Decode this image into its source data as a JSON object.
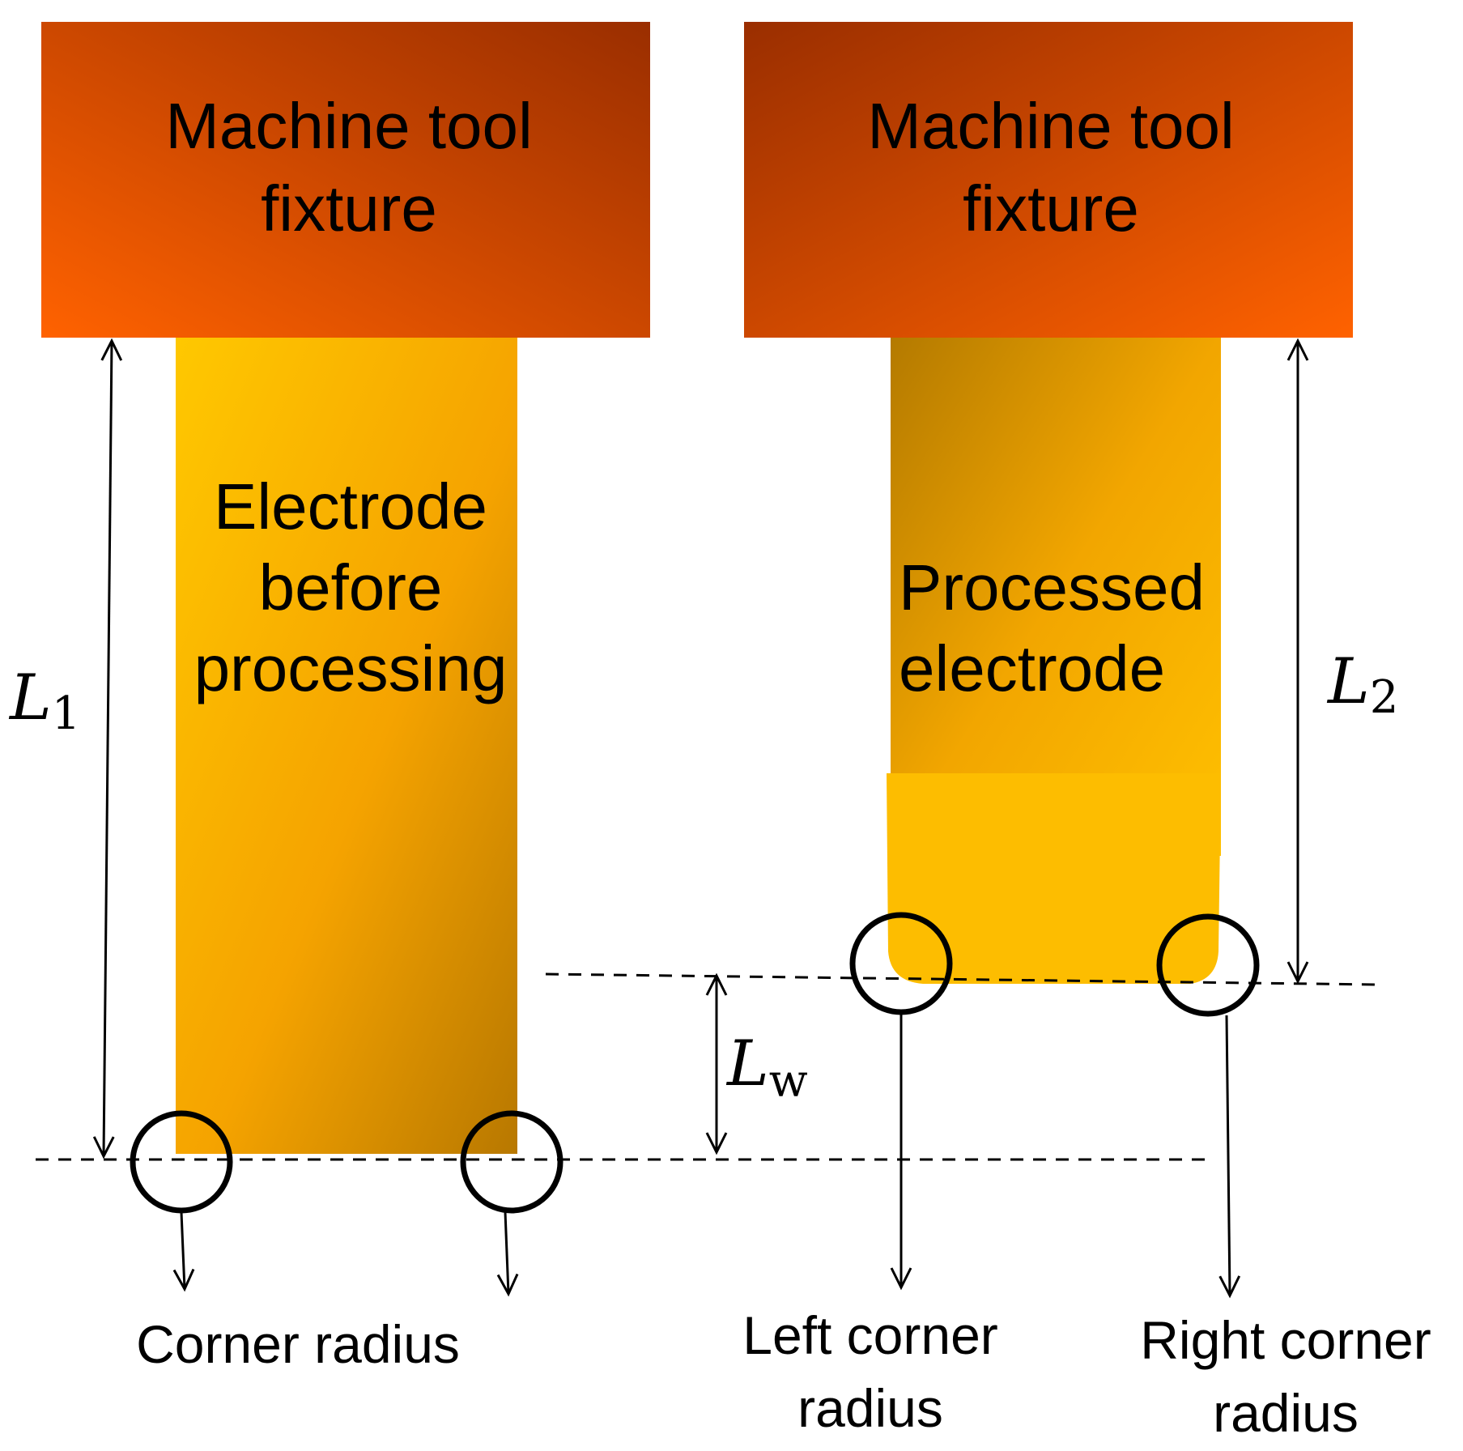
{
  "left_fixture": {
    "line1": "Machine tool",
    "line2": "fixture"
  },
  "right_fixture": {
    "line1": "Machine tool",
    "line2": "fixture"
  },
  "left_electrode": {
    "line1": "Electrode",
    "line2": "before",
    "line3": "processing"
  },
  "right_electrode": {
    "line1": "Processed",
    "line2": "electrode"
  },
  "dimensions": {
    "l1": {
      "symbol": "L",
      "subscript": "1"
    },
    "l2": {
      "symbol": "L",
      "subscript": "2"
    },
    "lw": {
      "symbol": "L",
      "subscript": "w"
    }
  },
  "captions": {
    "corner_radius": "Corner radius",
    "left_corner_line1": "Left corner",
    "left_corner_line2": "radius",
    "right_corner_line1": "Right corner",
    "right_corner_line2": "radius"
  },
  "colors": {
    "fixture_light": "#ff6200",
    "fixture_dark": "#9a2e00",
    "electrode_light": "#ffc800",
    "electrode_dark": "#b87800",
    "line": "#000000"
  }
}
